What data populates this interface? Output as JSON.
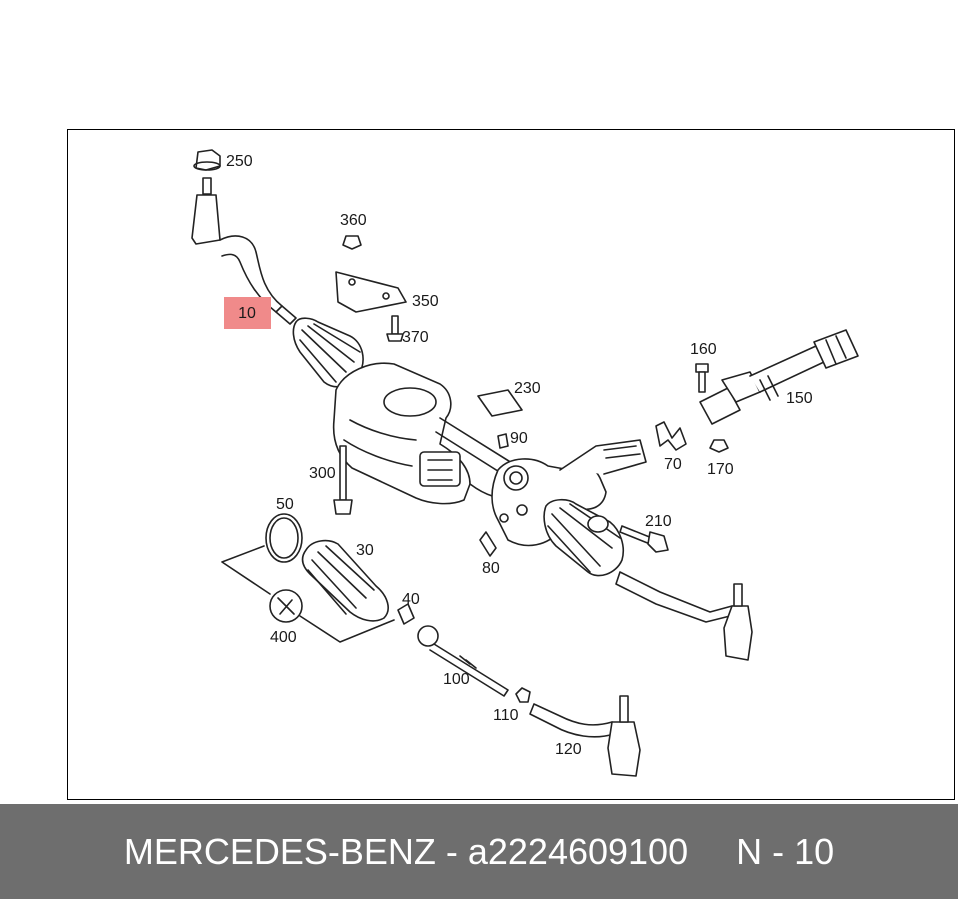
{
  "diagram": {
    "highlighted_part": "10",
    "callouts": [
      "250",
      "360",
      "350",
      "370",
      "160",
      "150",
      "230",
      "90",
      "300",
      "70",
      "170",
      "210",
      "50",
      "30",
      "40",
      "400",
      "80",
      "100",
      "110",
      "120"
    ]
  },
  "footer": {
    "brand_part": "MERCEDES-BENZ - a2224609100",
    "position": "N - 10"
  },
  "colors": {
    "highlight": "#f08a8a",
    "footer_bg": "#6e6e6e"
  }
}
